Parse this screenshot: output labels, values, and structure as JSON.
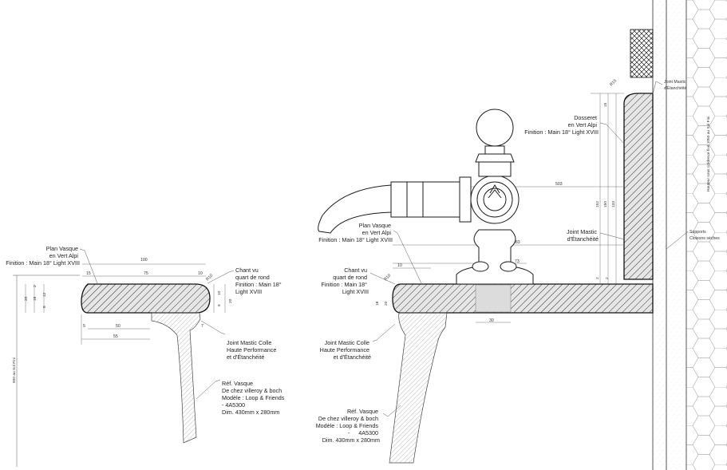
{
  "left_view": {
    "plan_vasque": [
      "Plan Vasque",
      "en Vert Alpi",
      "Finition : Main 18° Light XVIII"
    ],
    "chant": [
      "Chant vu",
      "quart de rond",
      "Finition : Main 18°",
      "Light XVIII"
    ],
    "joint": [
      "Joint Mastic Colle",
      "Haute Performance",
      "et d'Étanchéité"
    ],
    "ref_vasque": [
      "Réf. Vasque",
      "De chez villeroy & boch",
      "Modèle : Loop & Friends",
      "- 4A5300",
      "Dim. 430mm x 280mm"
    ],
    "height_note": "900 au Sol Fini",
    "dims": {
      "d100": "100",
      "d15": "15",
      "d75": "75",
      "d10": "10",
      "r10": "R10",
      "d20": "20",
      "d18": "18",
      "d12": "12",
      "d8": "8",
      "d2": "2",
      "d50": "50",
      "d55": "55",
      "d5": "5",
      "d7": "7",
      "d10b": "10",
      "d9": "9",
      "d20b": "20"
    }
  },
  "right_view": {
    "plan_vasque": [
      "Plan Vasque",
      "en Vert Alpi",
      "Finition : Main 18° Light XVIII"
    ],
    "chant": [
      "Chant vu",
      "quart de rond",
      "Finition : Main 18°",
      "Light XVIII"
    ],
    "joint": [
      "Joint Mastic Colle",
      "Haute Performance",
      "et d'Étanchéité"
    ],
    "ref_vasque": [
      "Réf. Vasque",
      "De chez villeroy & boch",
      "Modèle : Loop & Friends",
      "-",
      "4A5300",
      "Dim. 430mm x 280mm"
    ],
    "dosseret": [
      "Dosseret",
      "en Vert Alpi",
      "Finition : Main 18° Light XVIII"
    ],
    "joint_mid": [
      "Joint Mastic",
      "d'Étanchéité"
    ],
    "joint_top": [
      "Joint Mastic",
      "d'Étanchéité"
    ],
    "supports": [
      "Supports",
      "Cloisons sèches"
    ],
    "height_note": "Hauteur sous crédence fixé 1050 au Sol Fini",
    "dims": {
      "d503": "503",
      "d183": "183",
      "d80": "80",
      "d73": "73",
      "d10": "10",
      "d30": "30",
      "d152": "152",
      "d150": "150",
      "d133": "133",
      "d15": "15",
      "d2": "2",
      "d2b": "2",
      "r10": "R10",
      "r15": "R15",
      "d20": "20",
      "d18": "18"
    }
  }
}
